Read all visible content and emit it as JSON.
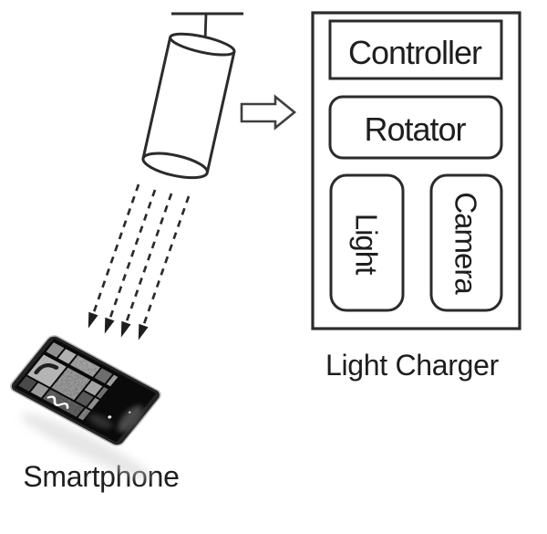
{
  "diagram": {
    "light_charger": {
      "label": "Light Charger",
      "components": {
        "controller": "Controller",
        "rotator": "Rotator",
        "light": "Light",
        "camera": "Camera"
      }
    },
    "smartphone": {
      "label": "Smartphone"
    },
    "colors": {
      "line": "#2b2b2b",
      "text": "#1e1e1e"
    }
  }
}
